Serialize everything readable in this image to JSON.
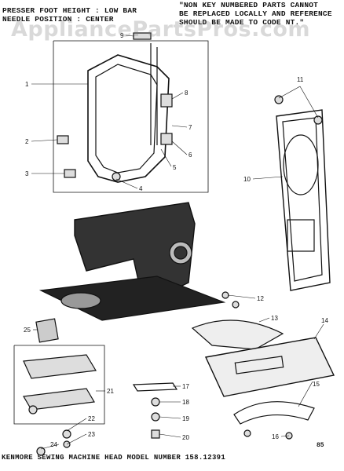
{
  "header": {
    "left_line1": "PRESSER FOOT HEIGHT : LOW BAR",
    "left_line2": "NEEDLE POSITION : CENTER",
    "right_line1": "\"NON KEY NUMBERED PARTS CANNOT",
    "right_line2": "BE REPLACED LOCALLY AND REFERENCE",
    "right_line3": "SHOULD BE MADE TO CODE NT.\""
  },
  "watermark": "AppliancePartsPros.com",
  "footer": "KENMORE SEWING MACHINE HEAD MODEL NUMBER 158.12391",
  "drawing_code": "85",
  "callouts": [
    "1",
    "2",
    "3",
    "4",
    "5",
    "6",
    "7",
    "8",
    "9",
    "10",
    "11",
    "12",
    "13",
    "14",
    "15",
    "16",
    "17",
    "18",
    "19",
    "20",
    "21",
    "22",
    "23",
    "24",
    "25"
  ]
}
